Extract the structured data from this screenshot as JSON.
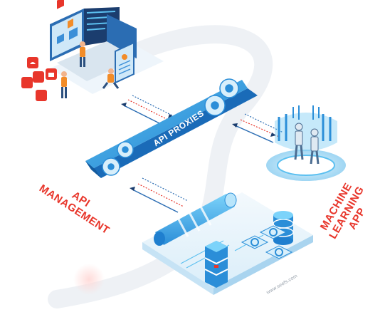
{
  "labels": {
    "api_proxies": "API PROXIES",
    "api_management_line1": "API",
    "api_management_line2": "MANAGEMENT",
    "ml_app_line1": "MACHINE",
    "ml_app_line2": "LEARNING",
    "ml_app_line3": "APP",
    "watermark": "www.seefs.com"
  },
  "colors": {
    "accent_red": "#e8362b",
    "bar_blue": "#2f9be0",
    "light_blue": "#bfe3f7",
    "dark_blue": "#1a4f86",
    "orange": "#f28c28"
  },
  "icons": [
    "gear-icon",
    "database-icon",
    "pipe-icon",
    "hologram-icon",
    "robot-icon",
    "laptop-icon",
    "phone-icon",
    "cloud-icon",
    "chat-icon",
    "video-icon"
  ]
}
